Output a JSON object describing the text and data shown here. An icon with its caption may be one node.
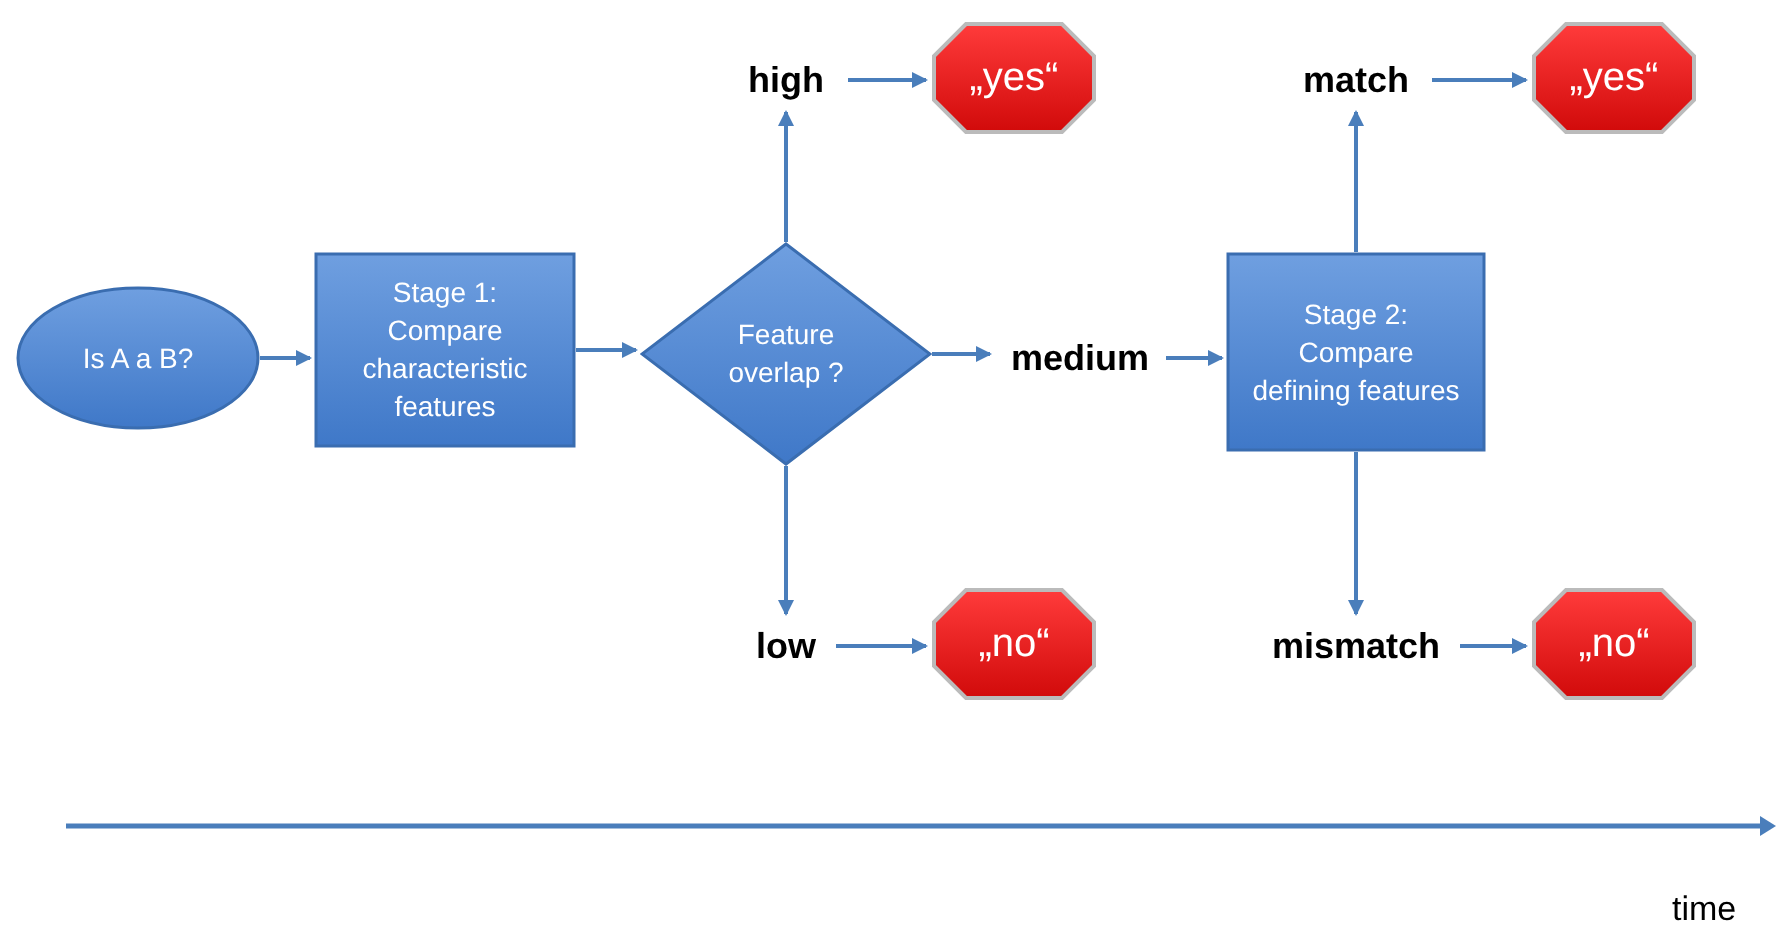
{
  "diagram": {
    "nodes": [
      {
        "text": [
          "Is A a B?"
        ]
      },
      {
        "text": [
          "Stage 1: Compare characteristic features"
        ]
      },
      {
        "text": [
          "Feature overlap ?"
        ]
      },
      {
        "text": [
          "high"
        ]
      },
      {
        "text": [
          "„yes“"
        ]
      },
      {
        "text": [
          "medium"
        ]
      },
      {
        "text": [
          "low"
        ]
      },
      {
        "text": [
          "„no“"
        ]
      },
      {
        "text": [
          "Stage 2: Compare defining features"
        ]
      },
      {
        "text": [
          "match"
        ]
      },
      {
        "text": [
          "„yes“"
        ]
      },
      {
        "text": [
          "mismatch"
        ]
      },
      {
        "text": [
          "„no“"
        ]
      }
    ],
    "edges": [
      {
        "from": 0,
        "to": 1,
        "arrow": "to"
      },
      {
        "from": 1,
        "to": 2,
        "arrow": "to"
      },
      {
        "from": 2,
        "to": 3,
        "arrow": "to"
      },
      {
        "from": 3,
        "to": 4,
        "arrow": "to"
      },
      {
        "from": 2,
        "to": 5,
        "arrow": "to"
      },
      {
        "from": 5,
        "to": 8,
        "arrow": "to"
      },
      {
        "from": 2,
        "to": 6,
        "arrow": "to"
      },
      {
        "from": 6,
        "to": 7,
        "arrow": "to"
      },
      {
        "from": 8,
        "to": 9,
        "arrow": "to"
      },
      {
        "from": 9,
        "to": 10,
        "arrow": "to"
      },
      {
        "from": 8,
        "to": 11,
        "arrow": "to"
      },
      {
        "from": 11,
        "to": 12,
        "arrow": "to"
      }
    ],
    "labels": [
      "time"
    ]
  }
}
